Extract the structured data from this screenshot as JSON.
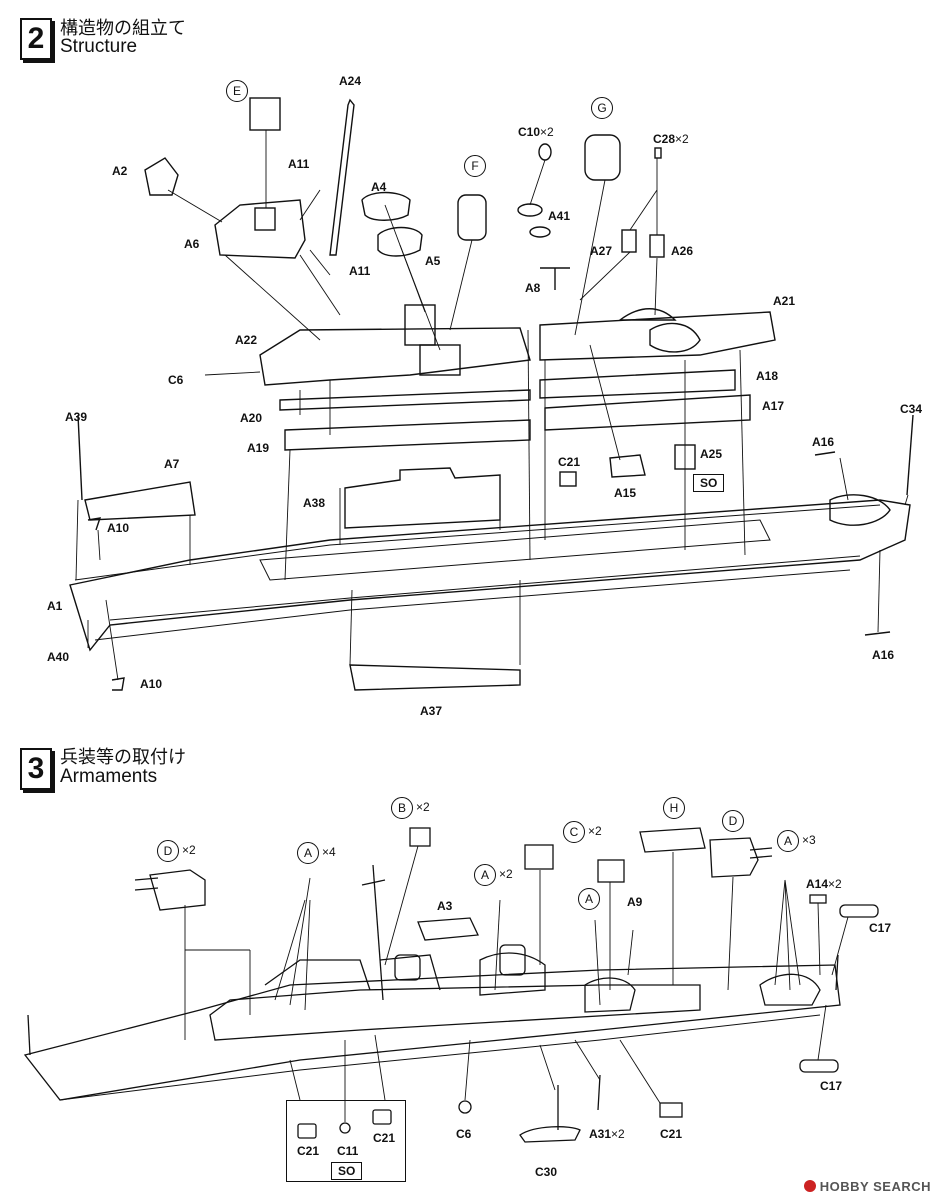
{
  "steps": [
    {
      "number": "2",
      "title_jp": "構造物の組立て",
      "title_en": "Structure"
    },
    {
      "number": "3",
      "title_jp": "兵装等の取付け",
      "title_en": "Armaments"
    }
  ],
  "structure_labels": {
    "A24": "A24",
    "A2": "A2",
    "A6": "A6",
    "A11_top": "A11",
    "A11_bottom": "A11",
    "A4": "A4",
    "A5": "A5",
    "C10": "C10",
    "x2_c10": "×2",
    "A41": "A41",
    "C28": "C28",
    "x2_c28": "×2",
    "A27": "A27",
    "A26": "A26",
    "A8": "A8",
    "A21": "A21",
    "A22": "A22",
    "C6": "C6",
    "A18": "A18",
    "A17": "A17",
    "A20": "A20",
    "A19": "A19",
    "A25": "A25",
    "C34": "C34",
    "A39": "A39",
    "A7": "A7",
    "A16_top": "A16",
    "C21": "C21",
    "A15": "A15",
    "A38": "A38",
    "A10_top": "A10",
    "A1": "A1",
    "A40": "A40",
    "A10_bottom": "A10",
    "A16_bottom": "A16",
    "A37": "A37",
    "circle_E": "E",
    "circle_F": "F",
    "circle_G": "G",
    "so": "SO"
  },
  "armament_labels": {
    "circle_B": "B",
    "x2_b": "×2",
    "circle_H": "H",
    "circle_D_right": "D",
    "circle_D_left": "D",
    "x2_d": "×2",
    "circle_A_4": "A",
    "x4_a": "×4",
    "circle_C": "C",
    "x2_c": "×2",
    "circle_A_3": "A",
    "x3_a": "×3",
    "circle_A_2": "A",
    "x2_a": "×2",
    "circle_A_1": "A",
    "A3": "A3",
    "A9": "A9",
    "A14": "A14",
    "x2_a14": "×2",
    "C17_top": "C17",
    "C17_bottom": "C17",
    "C6": "C6",
    "A31": "A31",
    "x2_a31": "×2",
    "C21_right": "C21",
    "C30": "C30",
    "sub_c21_left": "C21",
    "sub_c11": "C11",
    "sub_c21_right": "C21",
    "so": "SO"
  },
  "watermark": "HOBBY SEARCH"
}
